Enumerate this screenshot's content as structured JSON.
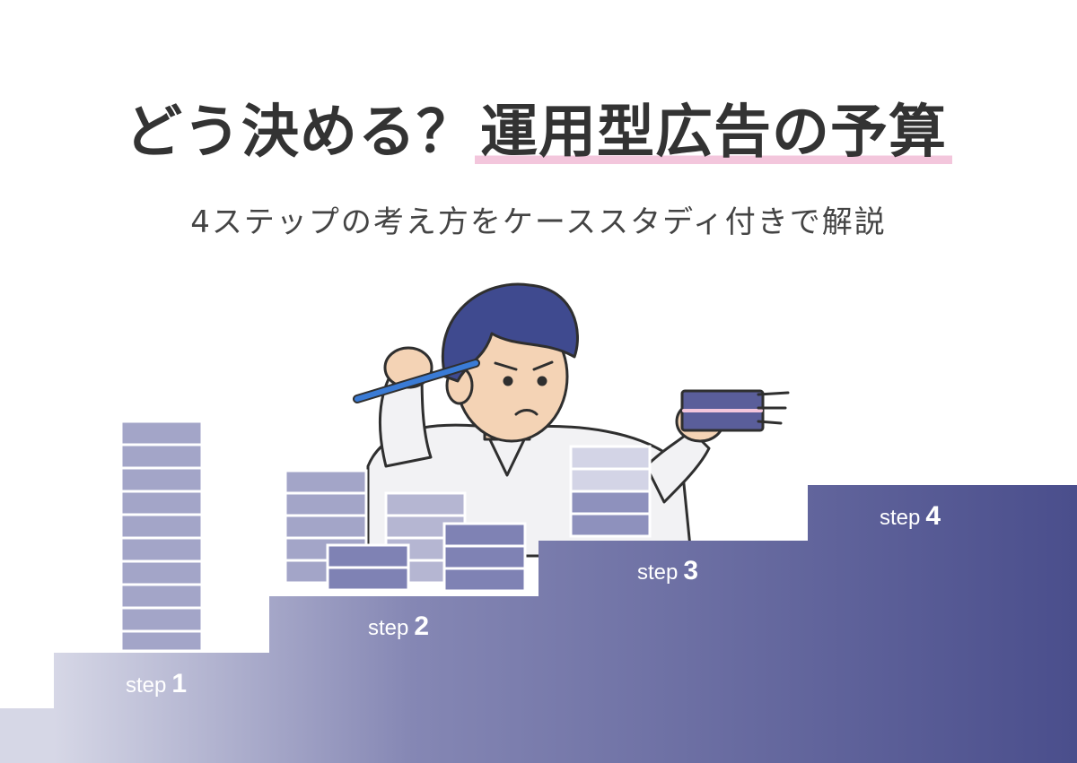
{
  "header": {
    "title_prefix": "どう決める？",
    "title_highlight": "運用型広告の予算",
    "subtitle": "4ステップの考え方をケーススタディ付きで解説"
  },
  "steps": [
    {
      "word": "step",
      "num": "1"
    },
    {
      "word": "step",
      "num": "2"
    },
    {
      "word": "step",
      "num": "3"
    },
    {
      "word": "step",
      "num": "4"
    }
  ],
  "colors": {
    "stair_light": "#cfd0e2",
    "stair_dark": "#4a4e8c",
    "block": "#9ea0c5",
    "hair": "#3f4a8f",
    "highlight": "#f3c6dc"
  },
  "illustration": {
    "icon": "person-thinking-icon"
  }
}
